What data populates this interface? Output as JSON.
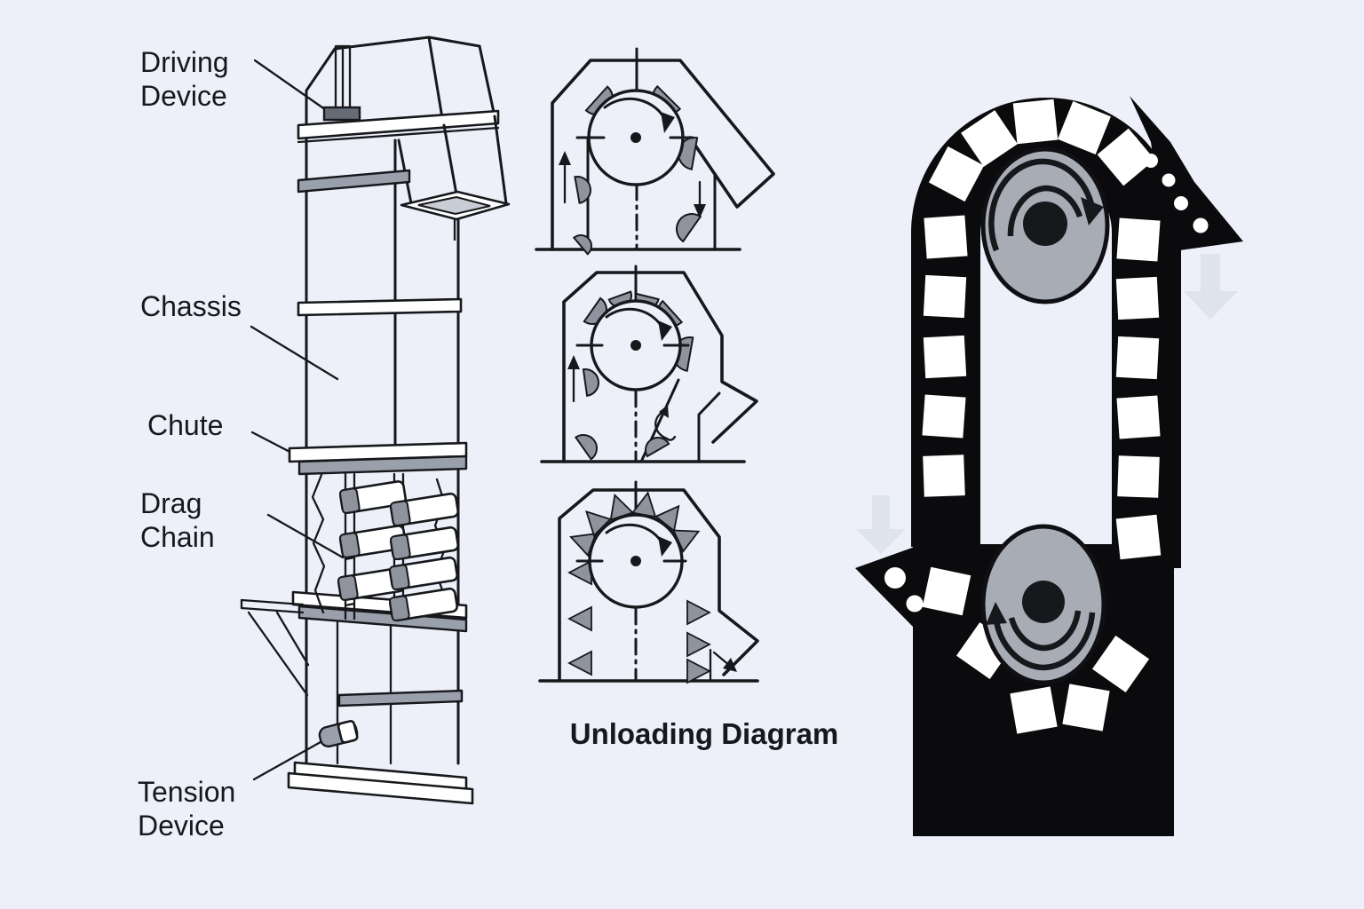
{
  "palette": {
    "background": "#edf0f9",
    "ink": "#17181c",
    "band_gray": "#9aa0ab",
    "bucket_gray": "#8e939e",
    "flange_inner_gray": "#c9cdd6",
    "silhouette": "#0b0b0d",
    "pulley_gray": "#a7acb5",
    "faint_arrow": "#dfe3ee"
  },
  "left_figure": {
    "labels": {
      "driving_device": {
        "line1": "Driving",
        "line2": "Device"
      },
      "chassis": {
        "line1": "Chassis"
      },
      "chute": {
        "line1": "Chute"
      },
      "drag_chain": {
        "line1": "Drag",
        "line2": "Chain"
      },
      "tension_device": {
        "line1": "Tension",
        "line2": "Device"
      }
    }
  },
  "middle_figure": {
    "caption": "Unloading Diagram"
  }
}
